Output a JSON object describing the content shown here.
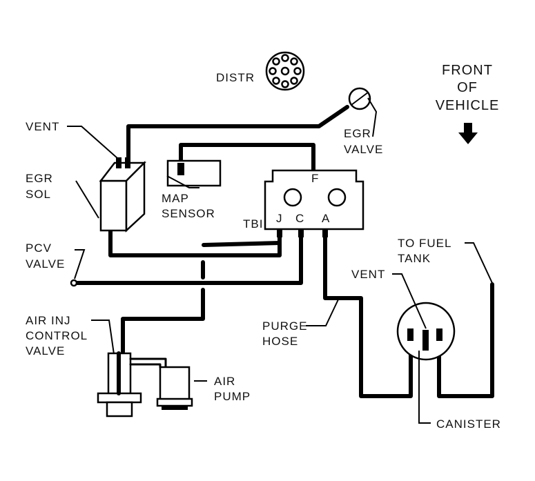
{
  "labels": {
    "distr": "DISTR",
    "front_line1": "FRONT",
    "front_line2": "OF",
    "front_line3": "VEHICLE",
    "vent_top": "VENT",
    "egr_sol_line1": "EGR",
    "egr_sol_line2": "SOL",
    "egr_valve_line1": "EGR",
    "egr_valve_line2": "VALVE",
    "map_line1": "MAP",
    "map_line2": "SENSOR",
    "tbi": "TBI",
    "port_j": "J",
    "port_c": "C",
    "port_a": "A",
    "port_f": "F",
    "pcv_line1": "PCV",
    "pcv_line2": "VALVE",
    "air_inj_line1": "AIR INJ",
    "air_inj_line2": "CONTROL",
    "air_inj_line3": "VALVE",
    "air_pump_line1": "AIR",
    "air_pump_line2": "PUMP",
    "purge_line1": "PURGE",
    "purge_line2": "HOSE",
    "fuel_tank_line1": "TO FUEL",
    "fuel_tank_line2": "TANK",
    "vent_canister": "VENT",
    "canister": "CANISTER"
  },
  "icons": {
    "front_arrow": "arrow-down-icon",
    "distributor": "distributor-icon"
  }
}
